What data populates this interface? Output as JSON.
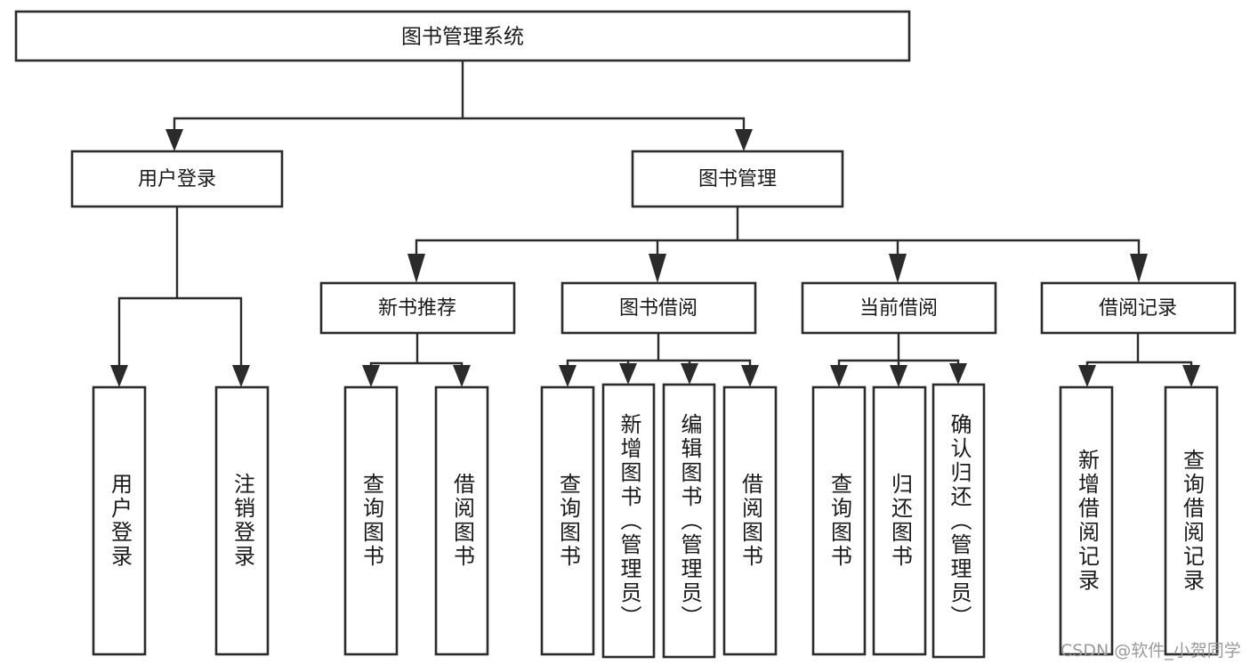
{
  "diagram": {
    "type": "tree",
    "title": "图书管理系统",
    "root": {
      "id": "root",
      "label": "图书管理系统",
      "orientation": "horizontal"
    },
    "level1": [
      {
        "id": "user-login",
        "label": "用户登录",
        "orientation": "horizontal"
      },
      {
        "id": "book-manage",
        "label": "图书管理",
        "orientation": "horizontal"
      }
    ],
    "level2": [
      {
        "id": "new-book-recommend",
        "label": "新书推荐",
        "parent": "book-manage",
        "orientation": "horizontal"
      },
      {
        "id": "book-borrow",
        "label": "图书借阅",
        "parent": "book-manage",
        "orientation": "horizontal"
      },
      {
        "id": "current-borrow",
        "label": "当前借阅",
        "parent": "book-manage",
        "orientation": "horizontal"
      },
      {
        "id": "borrow-record",
        "label": "借阅记录",
        "parent": "book-manage",
        "orientation": "horizontal"
      }
    ],
    "leaves": [
      {
        "id": "leaf-user-login",
        "label": "用户登录",
        "parent": "user-login",
        "orientation": "vertical"
      },
      {
        "id": "leaf-logout-login",
        "label": "注销登录",
        "parent": "user-login",
        "orientation": "vertical"
      },
      {
        "id": "leaf-query-book-1",
        "label": "查询图书",
        "parent": "new-book-recommend",
        "orientation": "vertical"
      },
      {
        "id": "leaf-borrow-book-1",
        "label": "借阅图书",
        "parent": "new-book-recommend",
        "orientation": "vertical"
      },
      {
        "id": "leaf-query-book-2",
        "label": "查询图书",
        "parent": "book-borrow",
        "orientation": "vertical"
      },
      {
        "id": "leaf-add-book",
        "label": "新增图书（管理员）",
        "parent": "book-borrow",
        "orientation": "vertical"
      },
      {
        "id": "leaf-edit-book",
        "label": "编辑图书（管理员）",
        "parent": "book-borrow",
        "orientation": "vertical"
      },
      {
        "id": "leaf-borrow-book-2",
        "label": "借阅图书",
        "parent": "book-borrow",
        "orientation": "vertical"
      },
      {
        "id": "leaf-query-book-3",
        "label": "查询图书",
        "parent": "current-borrow",
        "orientation": "vertical"
      },
      {
        "id": "leaf-return-book",
        "label": "归还图书",
        "parent": "current-borrow",
        "orientation": "vertical"
      },
      {
        "id": "leaf-confirm-return",
        "label": "确认归还（管理员）",
        "parent": "current-borrow",
        "orientation": "vertical"
      },
      {
        "id": "leaf-add-record",
        "label": "新增借阅记录",
        "parent": "borrow-record",
        "orientation": "vertical"
      },
      {
        "id": "leaf-query-record",
        "label": "查询借阅记录",
        "parent": "borrow-record",
        "orientation": "vertical"
      }
    ]
  },
  "watermark": {
    "text": "CSDN @软件_小贺同学"
  },
  "colors": {
    "stroke": "#2b2b2b",
    "box_fill": "#ffffff",
    "text": "#1a1a1a",
    "background": "#ffffff",
    "watermark": "#9a9a9a"
  }
}
